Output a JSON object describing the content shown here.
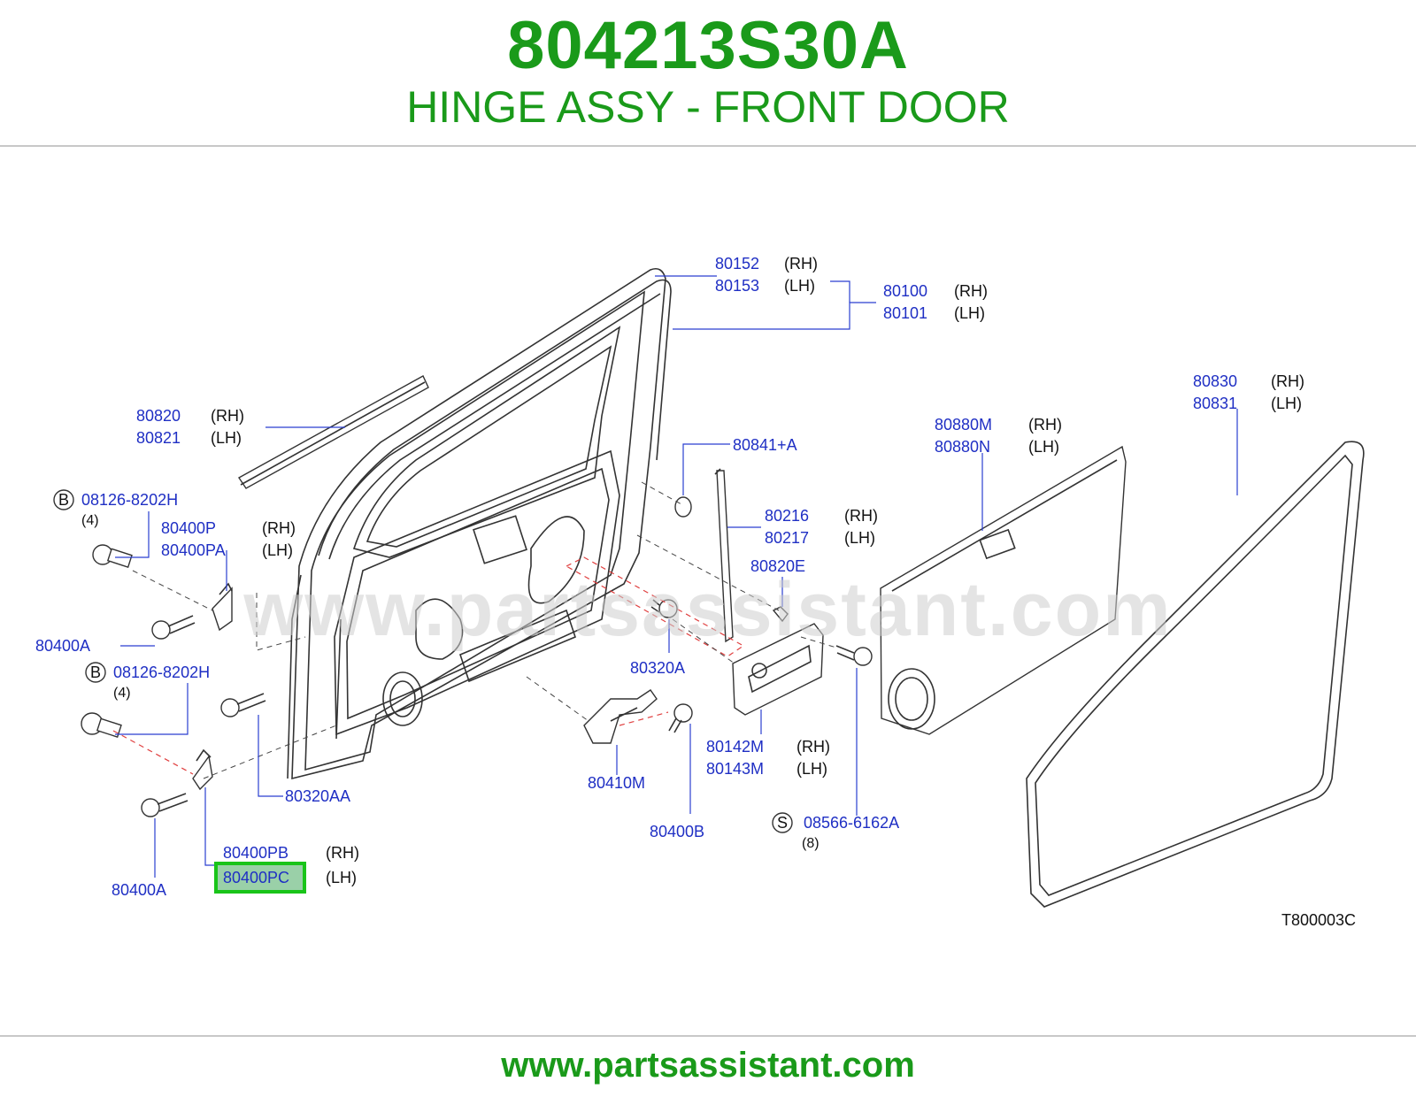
{
  "header": {
    "title": "804213S30A",
    "subtitle": "HINGE ASSY - FRONT DOOR"
  },
  "watermark": "www.partsassistant.com",
  "footer": {
    "url": "www.partsassistant.com"
  },
  "diagram_code": "T800003C",
  "highlight_color": "#19c419",
  "brand_color": "#1a9a1a",
  "label_color": "#1f2fc4",
  "labels": {
    "p80152": "80152",
    "p80153": "80153",
    "p80100": "80100",
    "p80101": "80101",
    "p80820": "80820",
    "p80821": "80821",
    "p08126_top": "08126-8202H",
    "q08126_top": "(4)",
    "p80400P": "80400P",
    "p80400PA": "80400PA",
    "p80400A_top": "80400A",
    "p08126_bot": "08126-8202H",
    "q08126_bot": "(4)",
    "p80320AA": "80320AA",
    "p80400PB": "80400PB",
    "p80400PC": "80400PC",
    "p80400A_bot": "80400A",
    "p80841A": "80841+A",
    "p80216": "80216",
    "p80217": "80217",
    "p80820E": "80820E",
    "p80320A": "80320A",
    "p80410M": "80410M",
    "p80400B": "80400B",
    "p80142M": "80142M",
    "p80143M": "80143M",
    "p08566": "08566-6162A",
    "q08566": "(8)",
    "p80880M": "80880M",
    "p80880N": "80880N",
    "p80830": "80830",
    "p80831": "80831"
  },
  "sides": {
    "rh": "(RH)",
    "lh": "(LH)"
  },
  "badges": {
    "b": "B",
    "s": "S"
  }
}
